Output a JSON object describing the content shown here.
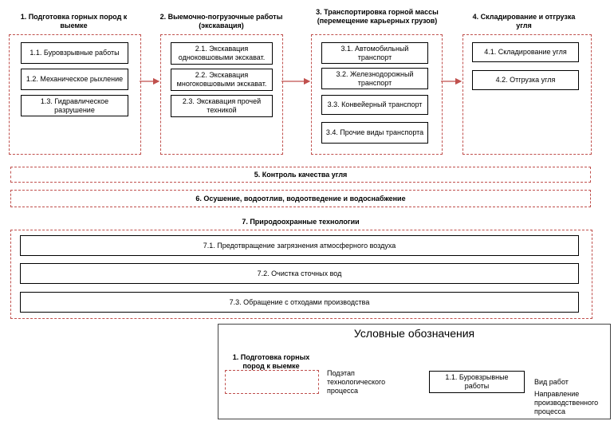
{
  "stages": [
    {
      "title": "1. Подготовка горных пород к выемке",
      "items": [
        "1.1. Буровзрывные работы",
        "1.2. Механическое рыхление",
        "1.3. Гидравлическое разрушение"
      ]
    },
    {
      "title": "2. Выемочно-погрузочные работы (экскавация)",
      "items": [
        "2.1. Экскавация одноковшовыми экскават.",
        "2.2. Экскавация многоковшовыми экскават.",
        "2.3. Экскавация прочей техникой"
      ]
    },
    {
      "title": "3. Транспортировка горной массы (перемещение карьерных грузов)",
      "items": [
        "3.1. Автомобильный транспорт",
        "3.2. Железнодорожный транспорт",
        "3.3. Конвейерный транспорт",
        "3.4. Прочие виды транспорта"
      ]
    },
    {
      "title": "4. Складирование и отгрузка угля",
      "items": [
        "4.1. Складирование угля",
        "4.2. Отгрузка угля"
      ]
    }
  ],
  "bands": {
    "quality": "5. Контроль качества угля",
    "drainage": "6. Осушение, водоотлив, водоотведение и водоснабжение"
  },
  "eco": {
    "title": "7. Природоохранные технологии",
    "items": [
      "7.1. Предотвращение загрязнения атмосферного воздуха",
      "7.2. Очистка сточных вод",
      "7.3. Обращение с отходами производства"
    ]
  },
  "legend": {
    "title": "Условные обозначения",
    "sample_stage_title": "1. Подготовка горных пород к выемке",
    "sample_stage_desc": "Подэтап технологического процесса",
    "sample_box": "1.1. Буровзрывные работы",
    "sample_box_desc": "Вид работ",
    "arrow_desc": "Направление производственного процесса"
  },
  "colors": {
    "accent": "#c0504d",
    "line": "#000000"
  }
}
